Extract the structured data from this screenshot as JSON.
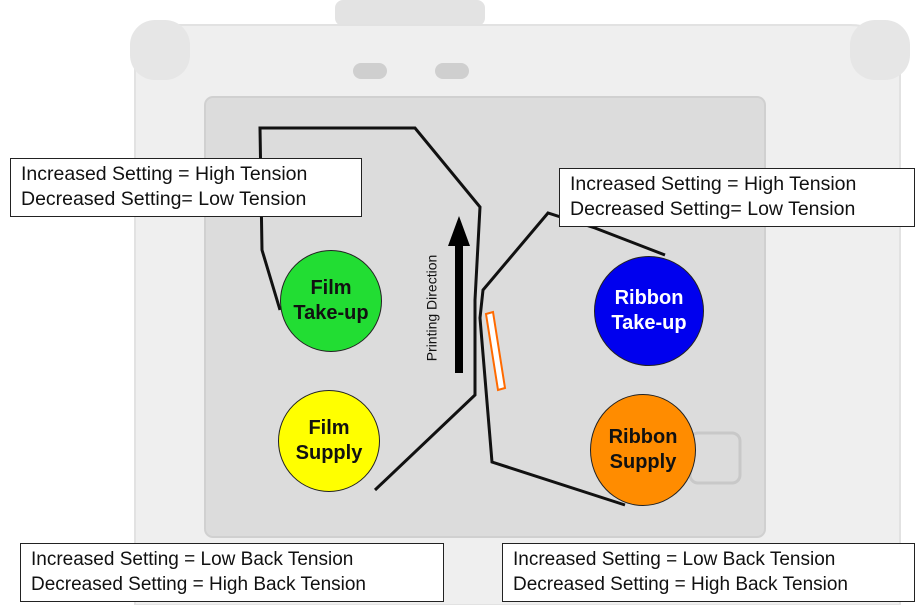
{
  "callouts": {
    "film_takeup": {
      "line1": "Increased Setting = High Tension",
      "line2": "Decreased Setting= Low Tension"
    },
    "ribbon_takeup": {
      "line1": "Increased Setting = High Tension",
      "line2": "Decreased Setting= Low Tension"
    },
    "film_supply": {
      "line1": "Increased Setting = Low Back Tension",
      "line2": "Decreased Setting = High Back Tension"
    },
    "ribbon_supply": {
      "line1": "Increased Setting = Low Back Tension",
      "line2": "Decreased Setting = High Back Tension"
    }
  },
  "spools": {
    "film_takeup": {
      "line1": "Film",
      "line2": "Take-up",
      "color": "#22dd33",
      "text_color": "#111111"
    },
    "film_supply": {
      "line1": "Film",
      "line2": "Supply",
      "color": "#ffff00",
      "text_color": "#111111"
    },
    "ribbon_takeup": {
      "line1": "Ribbon",
      "line2": "Take-up",
      "color": "#0000ee",
      "text_color": "#ffffff"
    },
    "ribbon_supply": {
      "line1": "Ribbon",
      "line2": "Supply",
      "color": "#ff8c00",
      "text_color": "#111111"
    }
  },
  "printing_direction": "Printing Direction",
  "colors": {
    "path_line": "#111111",
    "print_head": "#ff6a00",
    "printer_body": "#e9e9e9",
    "printer_panel": "#d9d9d9"
  }
}
